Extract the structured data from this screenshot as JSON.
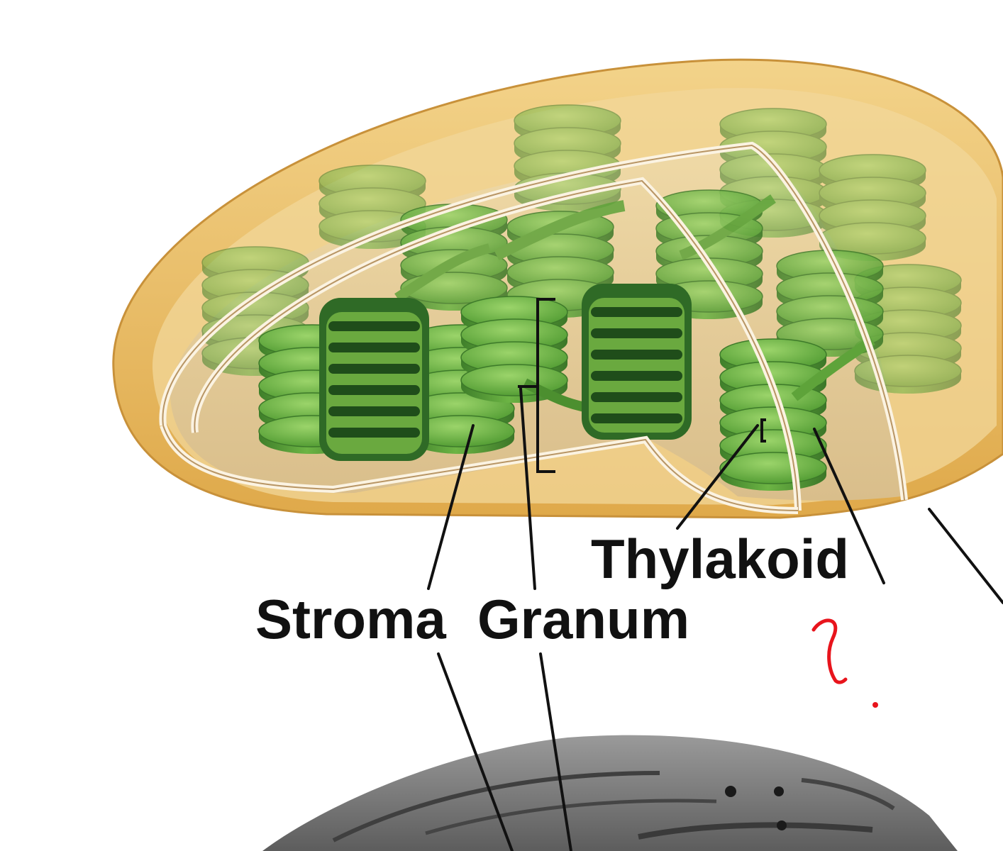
{
  "labels": {
    "stroma": "Stroma",
    "granum": "Granum",
    "thylakoid": "Thylakoid"
  },
  "annotation": {
    "handwritten_mark": "?"
  },
  "colors": {
    "outer_envelope": "#e7b85a",
    "envelope_membrane": "#fbf3e2",
    "stroma_interior": "#e3cfa4",
    "granum_green": "#6aa93f",
    "granum_dark": "#2f6a26",
    "micrograph_gray": "#7d7d7d",
    "annotation_red": "#e8141c"
  }
}
